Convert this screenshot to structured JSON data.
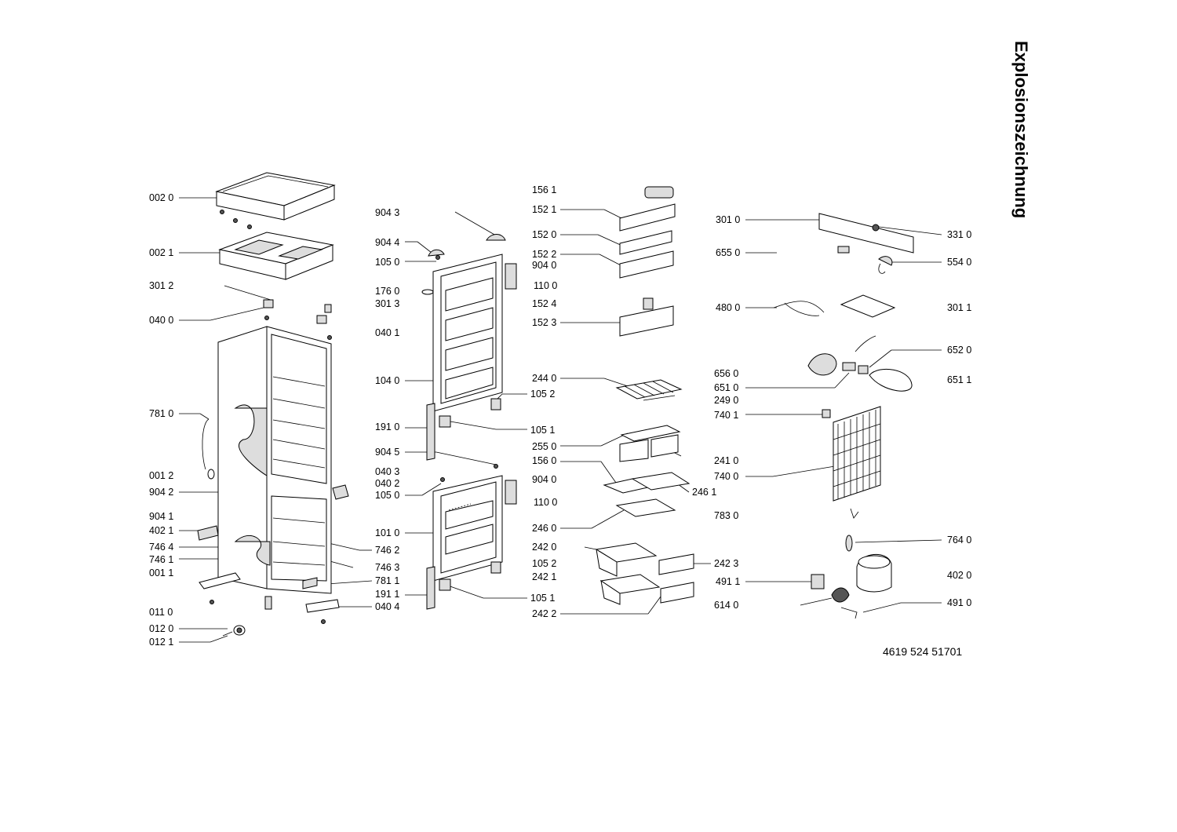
{
  "title": "Explosionszeichnung",
  "document_number": "4619 524 51701",
  "labels": [
    "002 0",
    "002 1",
    "301 2",
    "040 0",
    "781 0",
    "001 2",
    "904 2",
    "904 1",
    "402 1",
    "746 4",
    "746 1",
    "001 1",
    "011 0",
    "012 0",
    "012 1",
    "904 3",
    "904 4",
    "105 0",
    "904 0",
    "110 0",
    "176 0",
    "301 3",
    "040 1",
    "104 0",
    "105 2",
    "191 0",
    "105 1",
    "904 5",
    "040 3",
    "040 2",
    "105 0",
    "904 0",
    "110 0",
    "101 0",
    "746 2",
    "746 3",
    "781 1",
    "191 1",
    "105 1",
    "040 4",
    "156 1",
    "152 1",
    "152 0",
    "152 2",
    "152 4",
    "152 3",
    "244 0",
    "249 0",
    "255 0",
    "156 0",
    "246 0",
    "246 1",
    "242 0",
    "105 2",
    "242 1",
    "242 2",
    "242 3",
    "301 0",
    "655 0",
    "480 0",
    "656 0",
    "651 0",
    "740 1",
    "241 0",
    "740 0",
    "783 0",
    "491 1",
    "614 0",
    "331 0",
    "554 0",
    "301 1",
    "652 0",
    "651 1",
    "764 0",
    "402 0",
    "491 0"
  ]
}
